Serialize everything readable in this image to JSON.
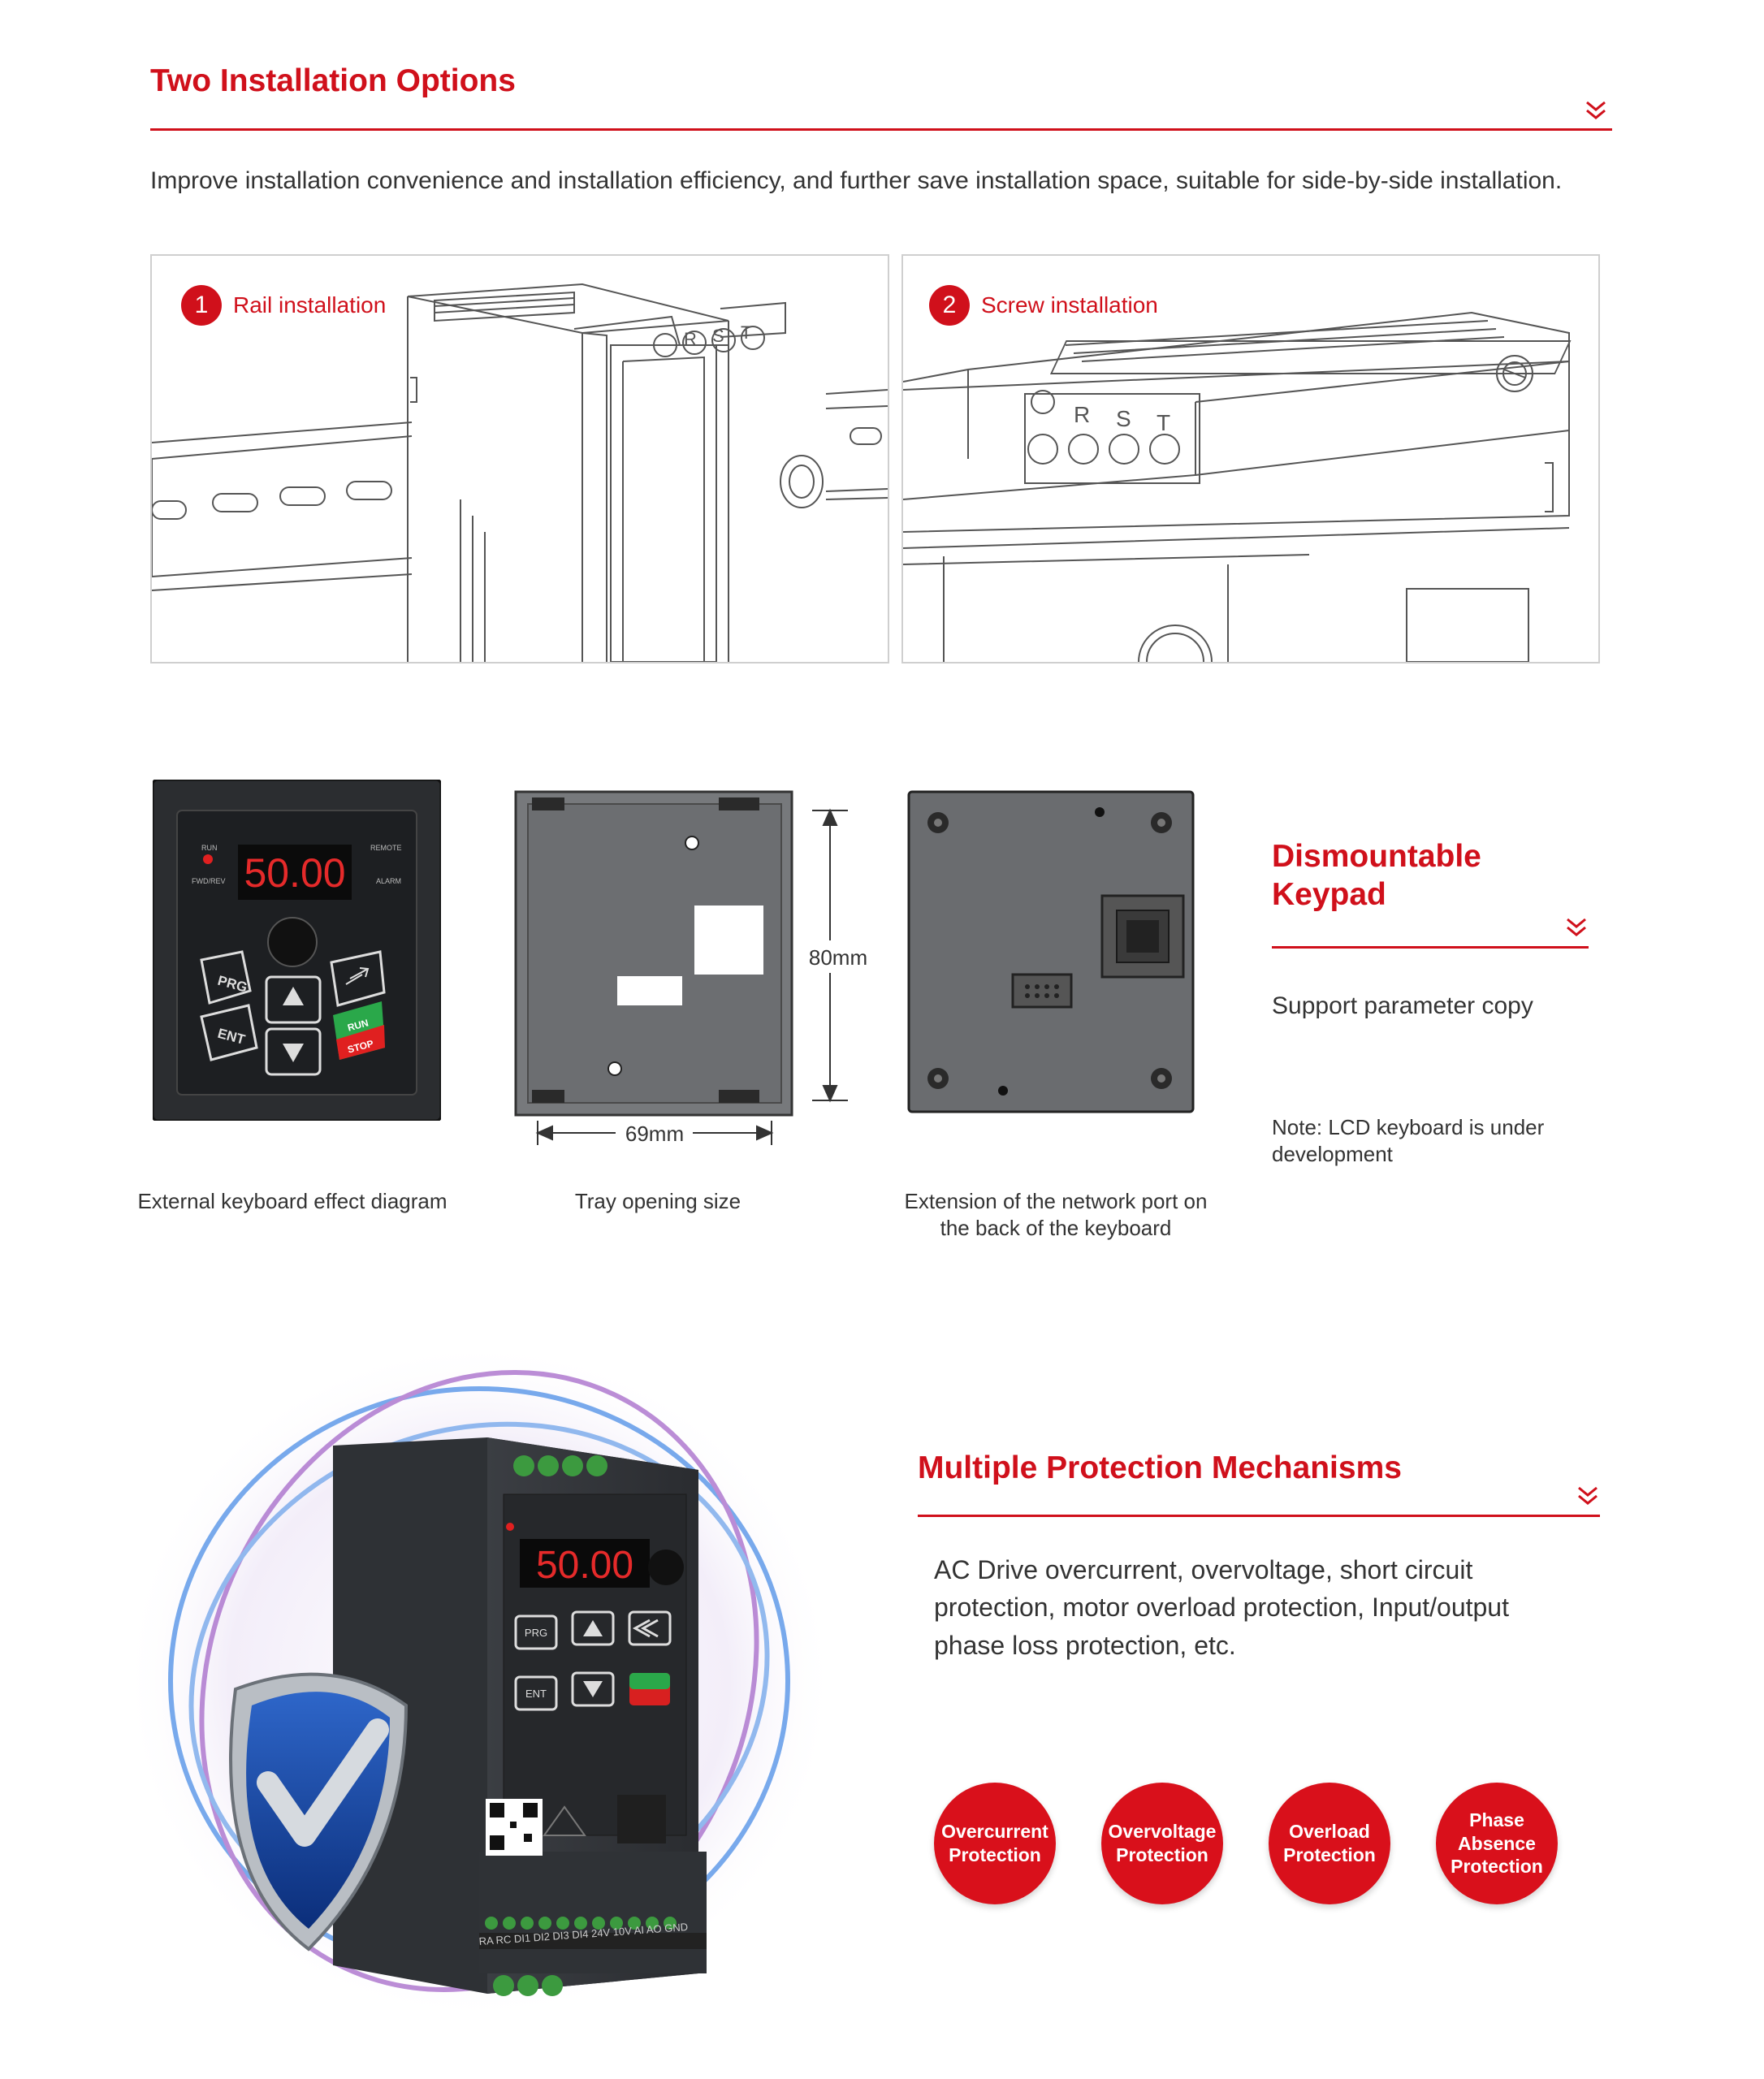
{
  "install": {
    "title": "Two Installation Options",
    "intro": "Improve installation convenience and installation efficiency, and further save installation space, suitable for side-by-side installation.",
    "options": [
      {
        "number": "1",
        "label": "Rail installation"
      },
      {
        "number": "2",
        "label": "Screw installation"
      }
    ],
    "terminal_letters": [
      "R",
      "S",
      "T"
    ]
  },
  "keypad": {
    "title_line1": "Dismountable",
    "title_line2": "Keypad",
    "feature": "Support parameter copy",
    "note": "Note: LCD keyboard is under development",
    "display_value": "50.00",
    "indicator_run": "RUN",
    "indicator_fwd": "FWD/REV",
    "indicator_remote": "REMOTE",
    "indicator_alarm": "ALARM",
    "btn_prg": "PRG",
    "btn_ent": "ENT",
    "btn_run": "RUN",
    "btn_stop": "STOP",
    "dim_height": "80mm",
    "dim_width": "69mm",
    "captions": [
      "External keyboard effect diagram",
      "Tray opening size",
      "Extension of the network port on the back of the keyboard"
    ]
  },
  "protection": {
    "title": "Multiple Protection Mechanisms",
    "description": "AC Drive overcurrent, overvoltage, short circuit protection, motor overload protection, Input/output phase loss protection, etc.",
    "drive_display": "50.00",
    "terminal_labels": "RA RC DI1 DI2 DI3 DI4 24V 10V AI AO GND",
    "badges": [
      {
        "line1": "Overcurrent",
        "line2": "Protection"
      },
      {
        "line1": "Overvoltage",
        "line2": "Protection"
      },
      {
        "line1": "Overload",
        "line2": "Protection"
      },
      {
        "line1": "Phase",
        "line2": "Absence",
        "line3": "Protection"
      }
    ]
  },
  "colors": {
    "accent": "#d0101b",
    "text": "#333333",
    "panel_border": "#cfcfcf"
  }
}
